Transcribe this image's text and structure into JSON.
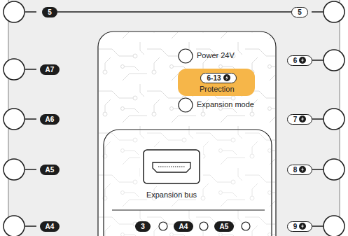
{
  "diagram": {
    "nodes": [
      {
        "text": [
          "5"
        ]
      },
      {
        "text": [
          "A7"
        ]
      },
      {
        "text": [
          "A6"
        ]
      },
      {
        "text": [
          "A5"
        ]
      },
      {
        "text": [
          "A4"
        ]
      },
      {
        "text": [
          "5"
        ]
      },
      {
        "text": [
          "6"
        ]
      },
      {
        "text": [
          "7"
        ]
      },
      {
        "text": [
          "8"
        ]
      },
      {
        "text": [
          "9"
        ]
      },
      {
        "text": [
          "Protection"
        ]
      },
      {
        "text": [
          "6-13"
        ],
        "in": 10
      },
      {
        "text": [
          "Expansion bus"
        ]
      },
      {
        "text": [
          "3"
        ],
        "in": 12
      },
      {
        "text": [
          "A4"
        ],
        "in": 12
      },
      {
        "text": [
          "A5"
        ],
        "in": 12
      }
    ],
    "edges": [
      {
        "from": 0,
        "to": 5,
        "arrow": "none"
      }
    ],
    "labels": [
      "Power 24V",
      "Expansion mode"
    ]
  }
}
